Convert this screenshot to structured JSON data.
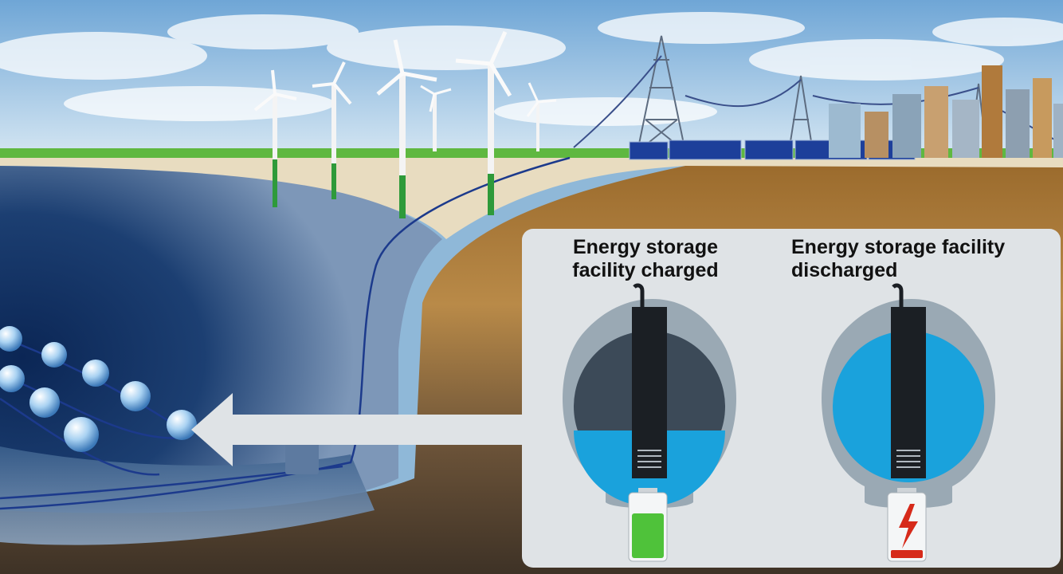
{
  "colors": {
    "sky_top": "#6fa6d6",
    "sky_bottom": "#cfe3f2",
    "grass": "#5fb840",
    "sea_deep": "#0e2e5c",
    "sea_light": "#6f8fb4",
    "sand": "#e8dcc0",
    "soil": "#a8742e",
    "soil_dark": "#4a3a28",
    "panel_bg": "#dfe3e6",
    "sphere_shell": "#9aa9b4",
    "water": "#1aa2dc",
    "battery_green": "#4fc23a",
    "battery_red": "#d62a1a",
    "arrow": "#dfe3e6"
  },
  "panels": [
    {
      "state": "charged",
      "title_lines": [
        "Energy storage",
        "facility charged"
      ],
      "water_level": 0.22,
      "battery": "full",
      "battery_icon": "battery-full-icon"
    },
    {
      "state": "discharged",
      "title_lines": [
        "Energy storage facility",
        "discharged"
      ],
      "water_level": 1.0,
      "battery": "empty",
      "battery_icon": "battery-empty-lightning-icon"
    }
  ],
  "scene_icons": [
    "wind-turbine-icon",
    "solar-panel-icon",
    "power-pylon-icon",
    "city-skyline-icon",
    "seabed-sphere-icon",
    "undersea-cable-icon",
    "arrow-left-icon"
  ]
}
